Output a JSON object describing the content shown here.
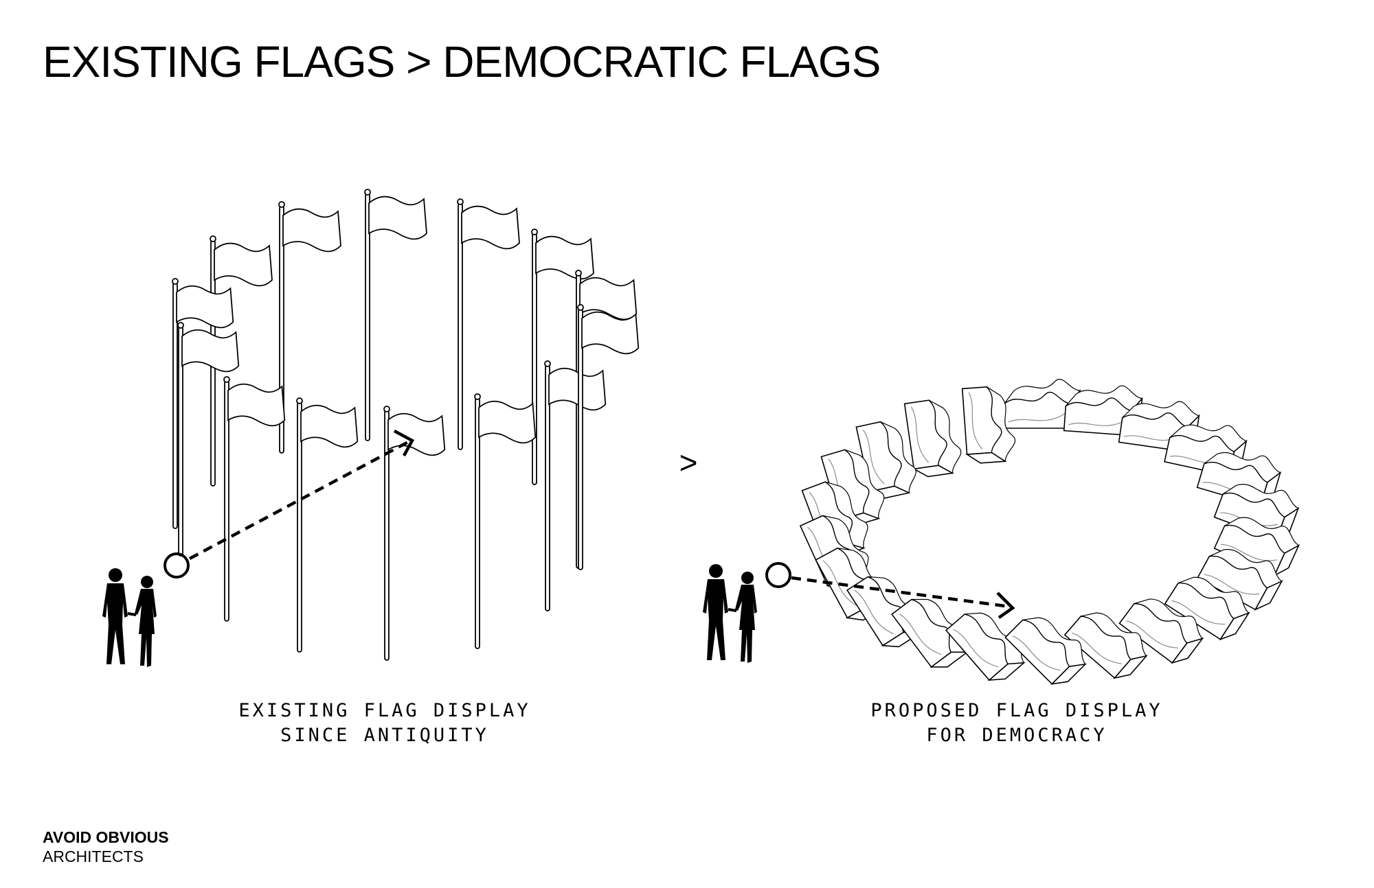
{
  "title": "EXISTING FLAGS > DEMOCRATIC FLAGS",
  "separator_symbol": ">",
  "left_panel": {
    "caption_line1": "EXISTING FLAG DISPLAY",
    "caption_line2": "SINCE ANTIQUITY"
  },
  "right_panel": {
    "caption_line1": "PROPOSED FLAG DISPLAY",
    "caption_line2": "FOR DEMOCRACY"
  },
  "brand": {
    "name": "AVOID OBVIOUS",
    "sub": "ARCHITECTS"
  }
}
